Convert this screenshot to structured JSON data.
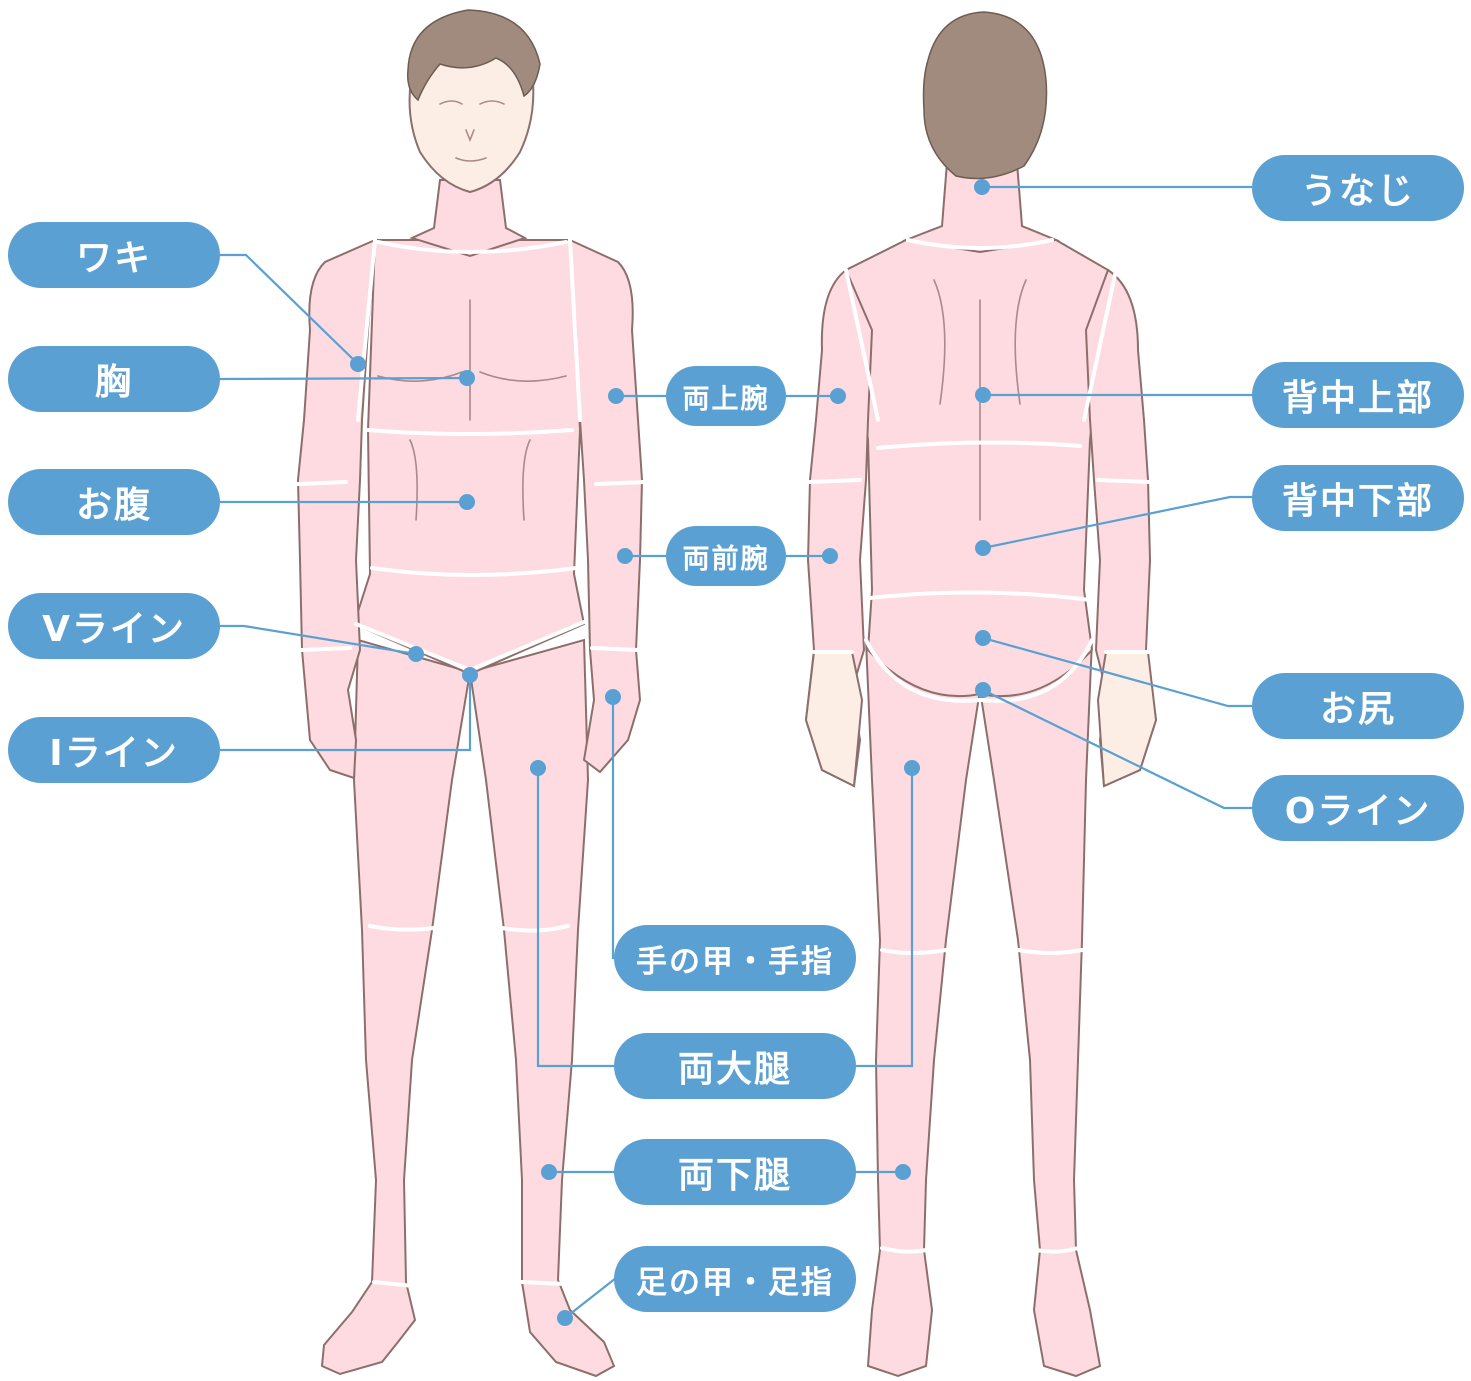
{
  "labels": {
    "waki": "ワキ",
    "mune": "胸",
    "onaka": "お腹",
    "v_line": "Vライン",
    "i_line": "Iライン",
    "ryou_jouwan": "両上腕",
    "ryou_zenwan": "両前腕",
    "te_no_kou": "手の甲・手指",
    "ryou_daitai": "両大腿",
    "ryou_katai": "両下腿",
    "ashi_no_kou": "足の甲・足指",
    "unaji": "うなじ",
    "senaka_joubu": "背中上部",
    "senaka_kabu": "背中下部",
    "oshiri": "お尻",
    "o_line": "Oライン"
  },
  "colors": {
    "accent": "#5aa0d2",
    "skin": "#fddbe0",
    "outline": "#8c6f6d",
    "hair": "#a08b7e",
    "background": "#ffffff"
  }
}
